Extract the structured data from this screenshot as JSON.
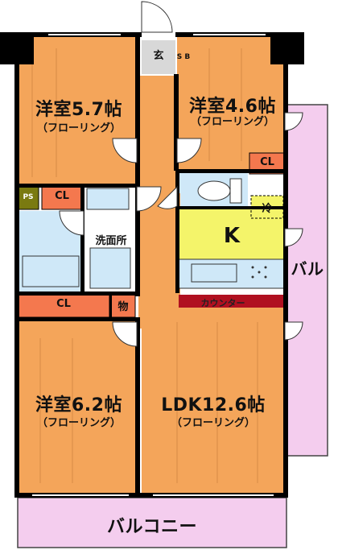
{
  "rooms": {
    "bedroom1": {
      "name": "洋室5.7帖",
      "floor": "（フローリング）"
    },
    "bedroom2": {
      "name": "洋室4.6帖",
      "floor": "（フローリング）"
    },
    "bedroom3": {
      "name": "洋室6.2帖",
      "floor": "（フローリング）"
    },
    "ldk": {
      "name": "LDK12.6帖",
      "floor": "（フローリング）"
    },
    "kitchen": "K",
    "entrance": "玄",
    "shoebox": "S B",
    "washroom": "洗面所",
    "pipe_space": "PS",
    "storage": "物",
    "fridge": "冷",
    "counter": "カウンター",
    "closets": {
      "cl_bedroom1": "CL",
      "cl_bedroom2": "CL",
      "cl_bedroom3": "CL"
    },
    "balcony_bottom": "バルコニー",
    "balcony_side": "バル"
  },
  "colors": {
    "room_floor": "#f4a55a",
    "closet": "#f4784e",
    "kitchen": "#f4f46a",
    "wet_area": "#cfe8f8",
    "balcony": "#f4cdee",
    "counter": "#b01020",
    "wall": "#000000",
    "ps": "#7a7a10",
    "entrance": "#d8d8d8"
  }
}
